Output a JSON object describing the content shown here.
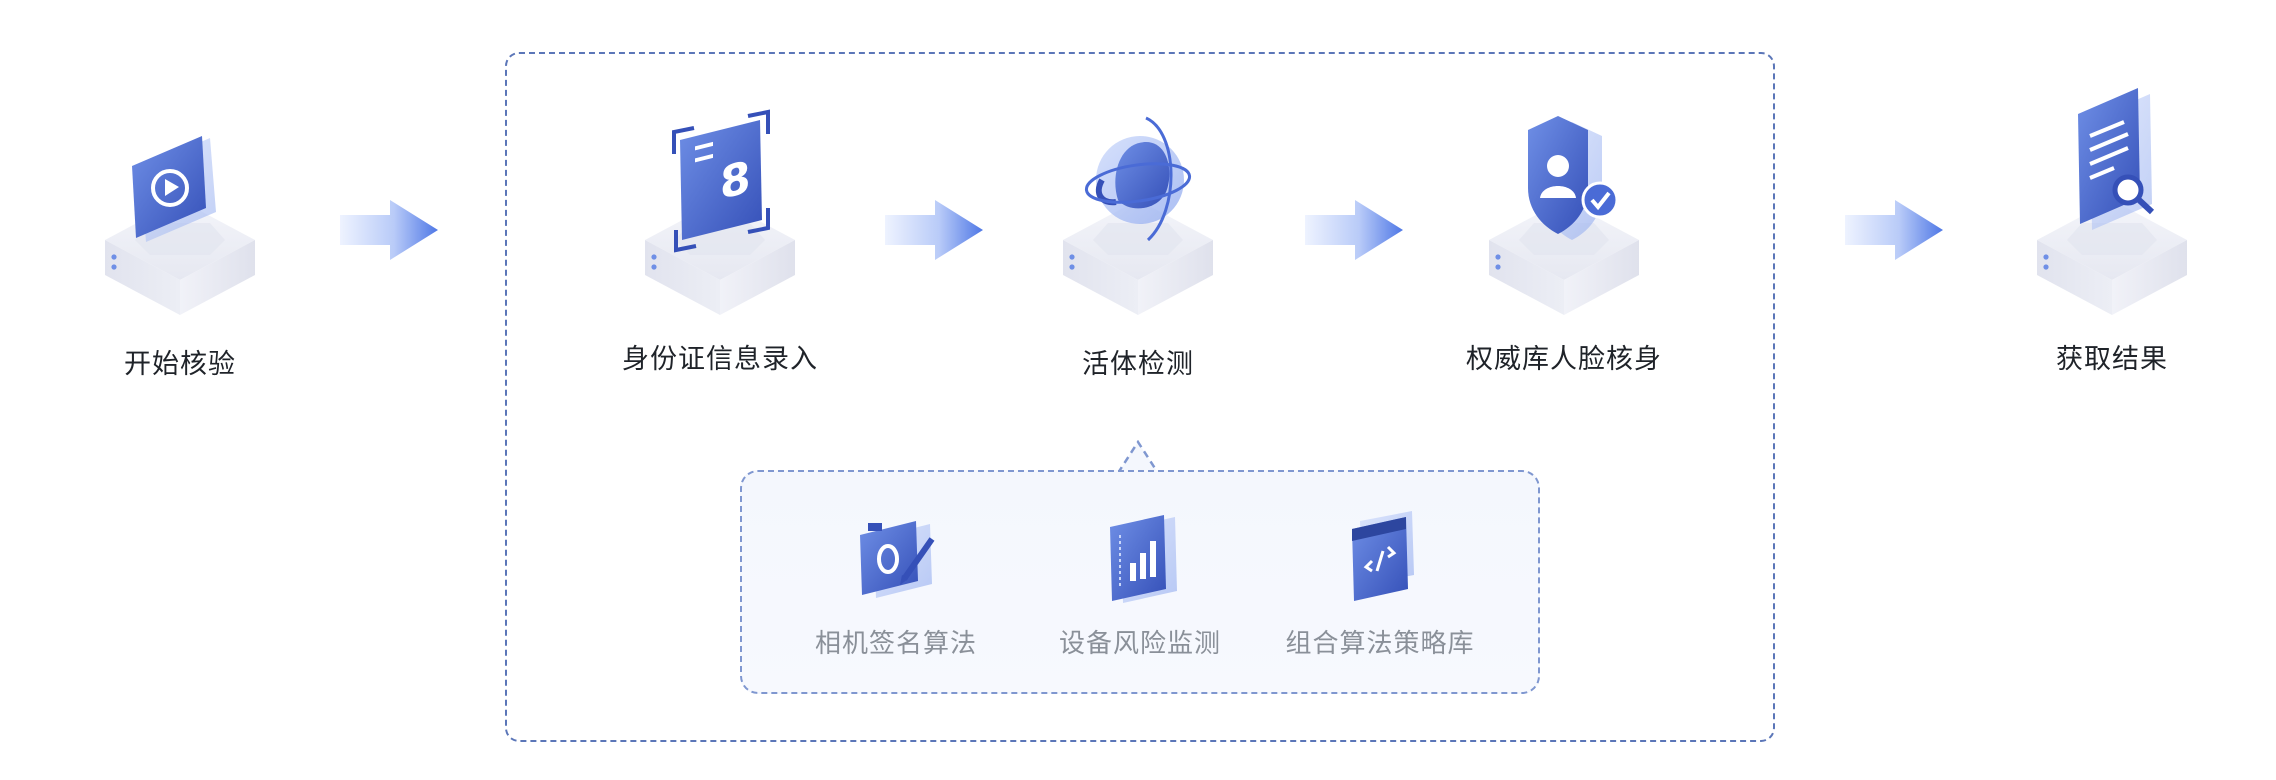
{
  "flow": {
    "steps": [
      {
        "label": "开始核验",
        "icon": "video-play-icon"
      },
      {
        "label": "身份证信息录入",
        "icon": "id-scan-icon"
      },
      {
        "label": "活体检测",
        "icon": "face-orbit-icon"
      },
      {
        "label": "权威库人脸核身",
        "icon": "user-shield-check-icon"
      },
      {
        "label": "获取结果",
        "icon": "document-search-icon"
      }
    ],
    "liveness_features": [
      {
        "label": "相机签名算法",
        "icon": "camera-pen-icon"
      },
      {
        "label": "设备风险监测",
        "icon": "bar-chart-device-icon"
      },
      {
        "label": "组合算法策略库",
        "icon": "code-window-icon"
      }
    ]
  },
  "colors": {
    "accent": "#4a6bd6",
    "accent_light": "#8fb0f5",
    "dashed_border": "#5b76b8",
    "box_base": "#e9eaf2",
    "label_dark": "#1f2329",
    "label_gray": "#8a9099"
  }
}
